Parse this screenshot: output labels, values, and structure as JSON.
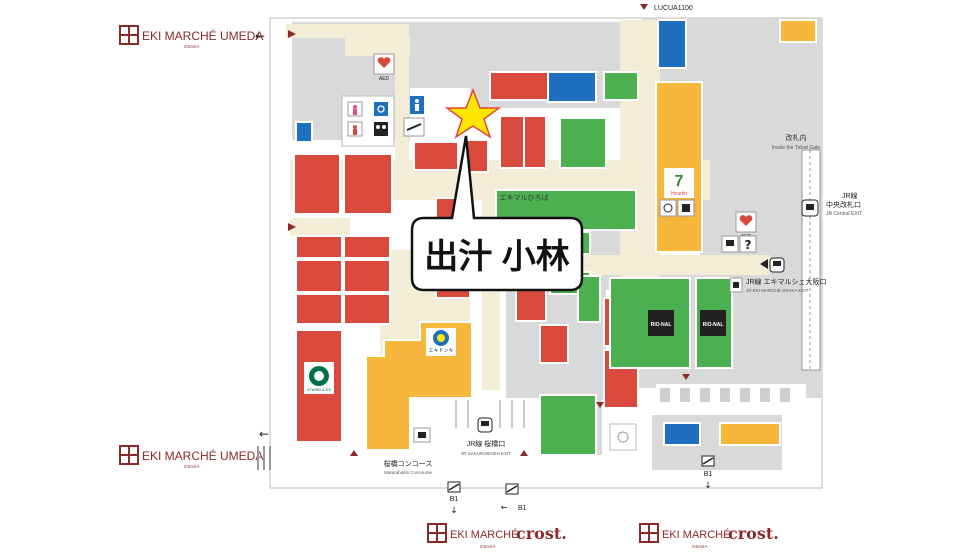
{
  "colors": {
    "background": "#ffffff",
    "floor_grey": "#d9d9d9",
    "corridor_cream": "#f3ecd7",
    "restaurant_red": "#d94a3d",
    "cafe_orange": "#f6b73c",
    "grocery_green": "#4caf50",
    "service_blue": "#1f6fbf",
    "brand_brown": "#8c2a2a",
    "star_yellow": "#ffe600",
    "line_dark": "#222222"
  },
  "entrances": {
    "umeda_top": {
      "brand": "EKI MARCHÉ UMEDA",
      "city": "OSAKA"
    },
    "umeda_bottom": {
      "brand": "EKI MARCHÉ UMEDA",
      "city": "OSAKA"
    },
    "crost_left": {
      "brand_prefix": "EKI MARCHÉ",
      "brand_name": "crost.",
      "city": "OSAKA"
    },
    "crost_right": {
      "brand_prefix": "EKI MARCHÉ",
      "brand_name": "crost.",
      "city": "OSAKA"
    }
  },
  "labels": {
    "lucua": "LUCUA1100",
    "ticket_gate_jp": "改札内",
    "ticket_gate_en": "Inside the Ticket Gate",
    "jr_central_jp1": "JR線",
    "jr_central_jp2": "中央改札口",
    "jr_central_en": "JR Central EXIT",
    "eki_exit_jp": "JR線 エキマルシェ大阪口",
    "eki_exit_en": "JR EKI MARCHÉ OSAKA EXIT",
    "sakurabashi_exit_jp": "JR線 桜橋口",
    "sakurabashi_exit_en": "JR SAKURABASHI EXIT",
    "concourse_jp": "桜橋コンコース",
    "concourse_en": "Sakurabashi Concourse",
    "hiroba": "エキマルひろば",
    "b1_left": "B1",
    "b1_middle": "B1",
    "b1_right": "B1",
    "store_name": "出汁 小林"
  },
  "shops": {
    "starbucks": "STARBUCKS",
    "ekidonki": "エキドンキ",
    "rio_left": "RIO-NAL",
    "rio_right": "RIO-NAL",
    "seven": "7",
    "seven_sub": "Heartin",
    "aed_left": "AED",
    "aed_right": "AED"
  },
  "icons": [
    "toilet-icon",
    "wheelchair-icon",
    "smoking-icon",
    "aed-icon",
    "atm-icon",
    "coin-locker-icon",
    "information-icon",
    "train-icon",
    "escalator-icon",
    "arrow-icon",
    "location-star-icon"
  ]
}
